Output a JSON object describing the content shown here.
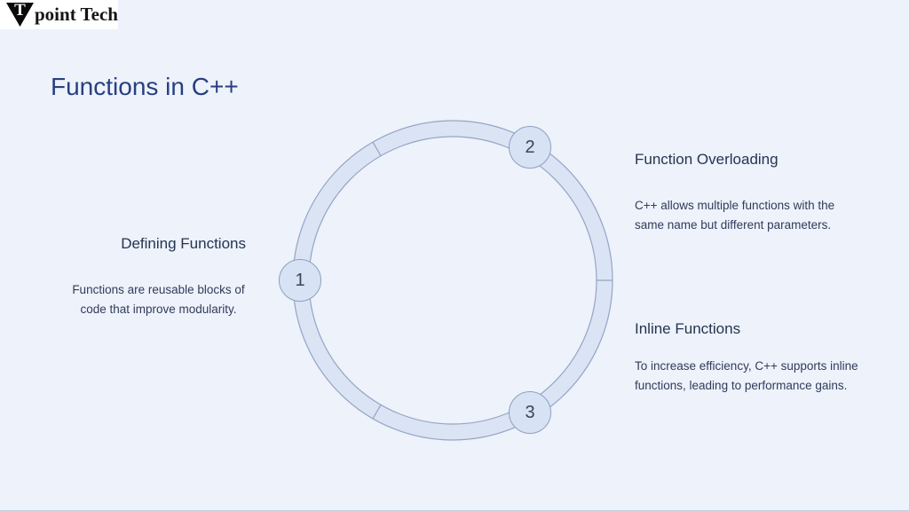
{
  "slide": {
    "title": "Functions in C++",
    "background_color": "#edf2fb",
    "title_color": "#283f80",
    "heading_color": "#253451",
    "body_color": "#303c58"
  },
  "logo": {
    "t": "T",
    "text": "point Tech"
  },
  "diagram": {
    "type": "cycle",
    "colors": {
      "ring_fill": "#dae4f5",
      "ring_border": "#95a5c2",
      "node_fill": "#d7e2f5",
      "node_border": "#8da0be",
      "number_color": "#3d4555"
    },
    "nodes": [
      {
        "number": "1"
      },
      {
        "number": "2"
      },
      {
        "number": "3"
      }
    ]
  },
  "items": [
    {
      "heading": "Defining Functions",
      "description": "Functions are reusable blocks of code that improve modularity."
    },
    {
      "heading": "Function Overloading",
      "description": "C++ allows multiple functions with the same name but different parameters."
    },
    {
      "heading": "Inline Functions",
      "description": "To increase efficiency, C++ supports inline functions, leading to performance gains."
    }
  ]
}
